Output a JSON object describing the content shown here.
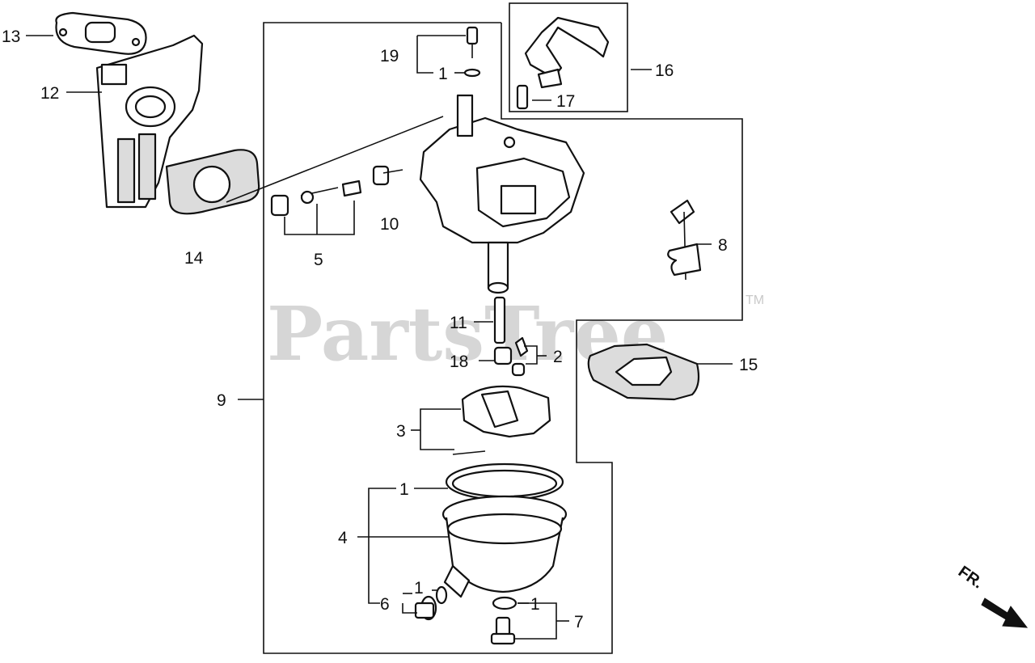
{
  "watermark": {
    "text": "PartsTree",
    "trademark": "TM"
  },
  "direction_marker": {
    "text": "FR."
  },
  "callouts": [
    {
      "id": "c13",
      "text": "13"
    },
    {
      "id": "c12",
      "text": "12"
    },
    {
      "id": "c14",
      "text": "14"
    },
    {
      "id": "c19",
      "text": "19"
    },
    {
      "id": "c1a",
      "text": "1"
    },
    {
      "id": "c16",
      "text": "16"
    },
    {
      "id": "c17",
      "text": "17"
    },
    {
      "id": "c5",
      "text": "5"
    },
    {
      "id": "c10",
      "text": "10"
    },
    {
      "id": "c8",
      "text": "8"
    },
    {
      "id": "c11",
      "text": "11"
    },
    {
      "id": "c18",
      "text": "18"
    },
    {
      "id": "c2",
      "text": "2"
    },
    {
      "id": "c15",
      "text": "15"
    },
    {
      "id": "c9",
      "text": "9"
    },
    {
      "id": "c3",
      "text": "3"
    },
    {
      "id": "c1b",
      "text": "1"
    },
    {
      "id": "c4",
      "text": "4"
    },
    {
      "id": "c1c",
      "text": "1"
    },
    {
      "id": "c6",
      "text": "6"
    },
    {
      "id": "c1d",
      "text": "1"
    },
    {
      "id": "c7",
      "text": "7"
    }
  ]
}
